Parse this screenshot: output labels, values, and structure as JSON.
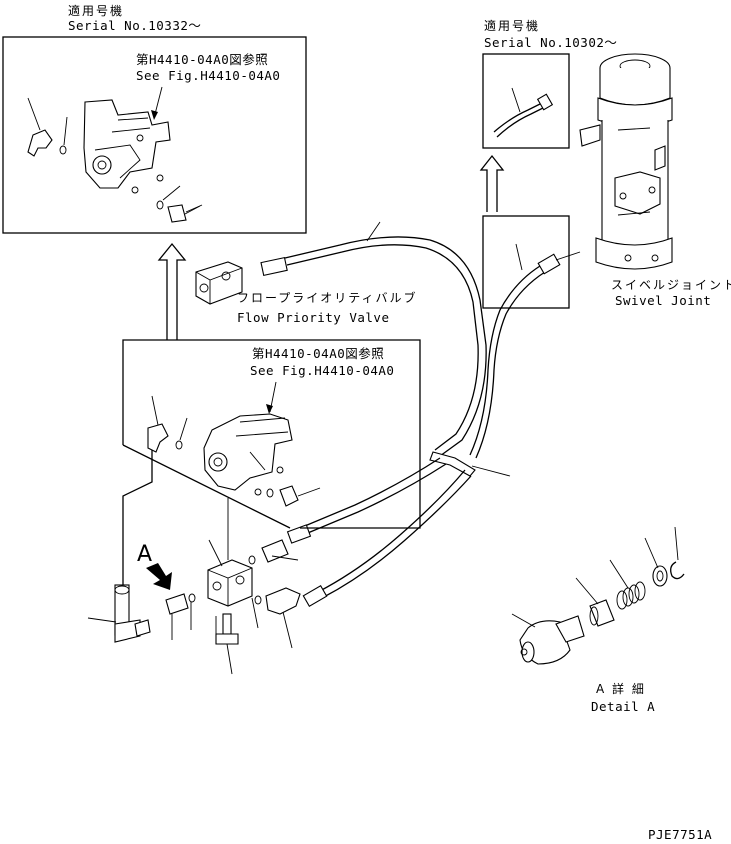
{
  "top_left_applicable": {
    "title_jp": "適用号機",
    "serial": "Serial No.10332～"
  },
  "top_left_ref": {
    "ref_jp": "第H4410-04A0図参照",
    "ref_en": "See Fig.H4410-04A0"
  },
  "mid_ref": {
    "ref_jp": "第H4410-04A0図参照",
    "ref_en": "See Fig.H4410-04A0"
  },
  "top_right_applicable": {
    "title_jp": "適用号機",
    "serial": "Serial No.10302～"
  },
  "flow_priority_valve": {
    "jp": "フロープライオリティバルブ",
    "en": "Flow Priority Valve"
  },
  "swivel_joint": {
    "jp": "スイベルジョイント",
    "en": "Swivel Joint"
  },
  "detail_marker": "A",
  "detail_a": {
    "jp": "A 詳 細",
    "en": "Detail A"
  },
  "drawing_code": "PJE7751A"
}
